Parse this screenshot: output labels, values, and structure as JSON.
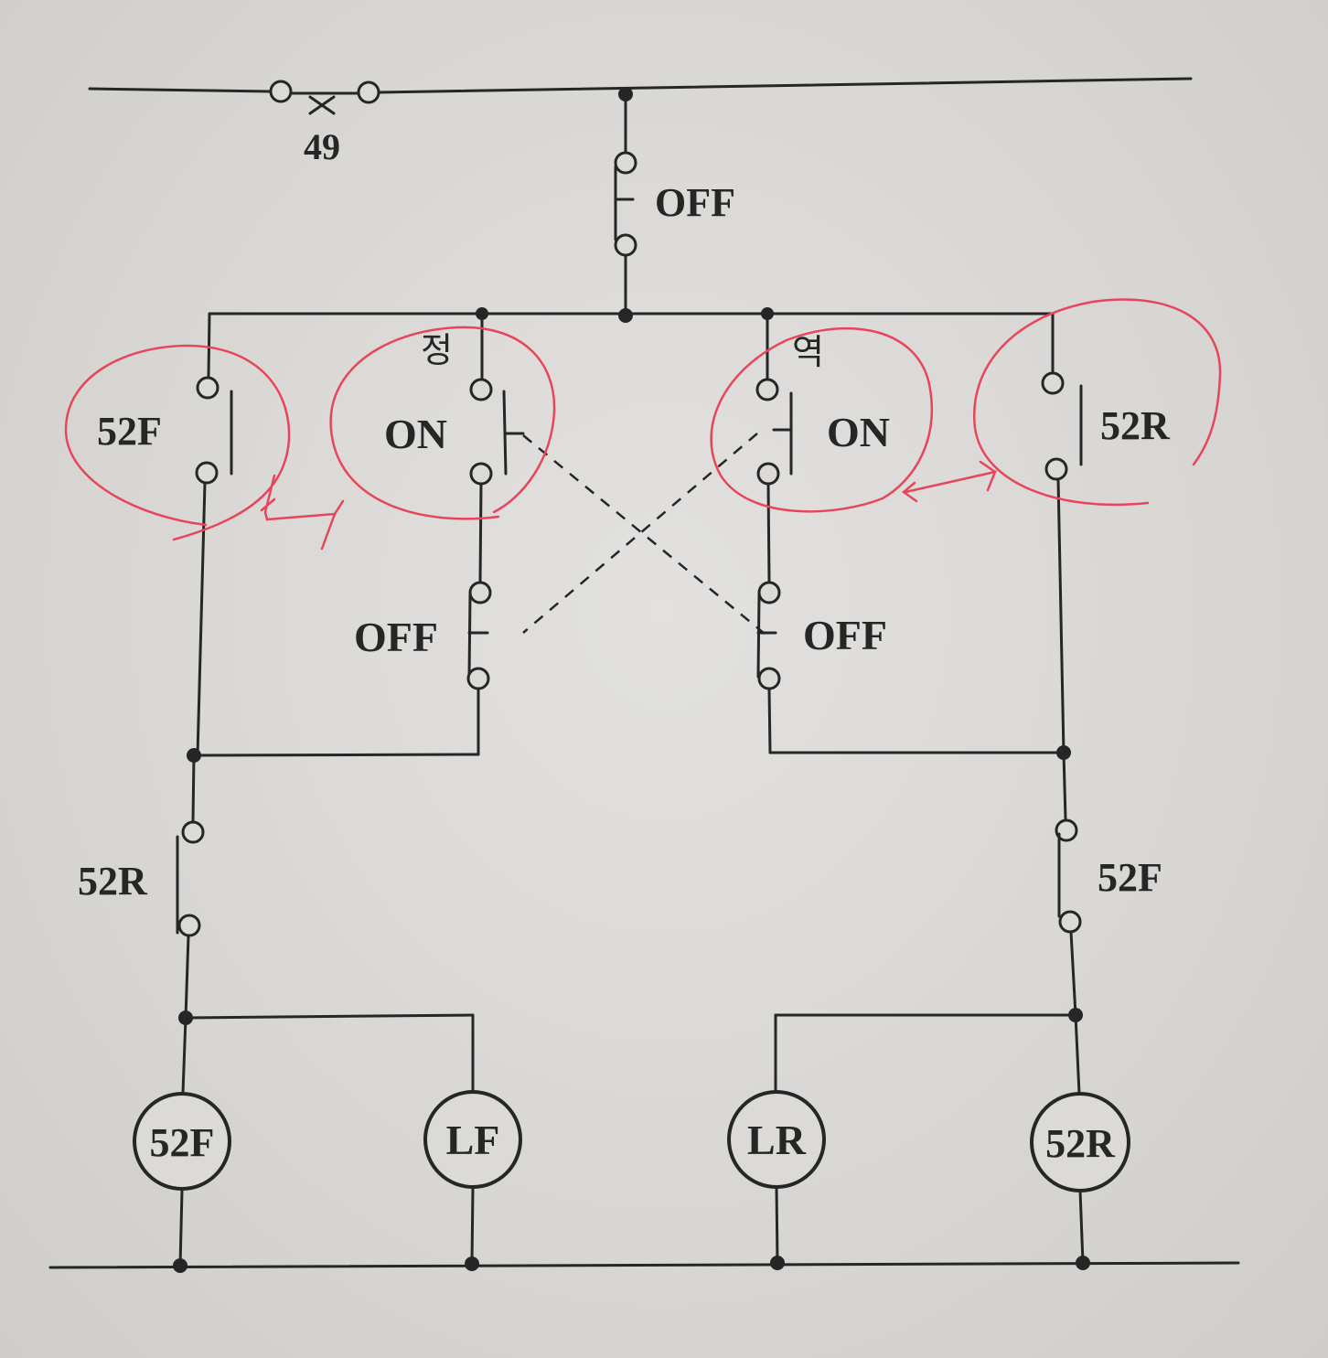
{
  "labels": {
    "breaker": "49",
    "stop_pb": "OFF",
    "fwd_title": "정",
    "rev_title": "역",
    "fwd_on": "ON",
    "rev_on": "ON",
    "fwd_off": "OFF",
    "rev_off": "OFF",
    "seal_fwd": "52F",
    "seal_rev": "52R",
    "interlock_left": "52R",
    "interlock_right": "52F",
    "coil_fwd": "52F",
    "lamp_fwd": "LF",
    "lamp_rev": "LR",
    "coil_rev": "52R"
  },
  "colors": {
    "ink": "#262626",
    "annotation": "#e8455a"
  }
}
